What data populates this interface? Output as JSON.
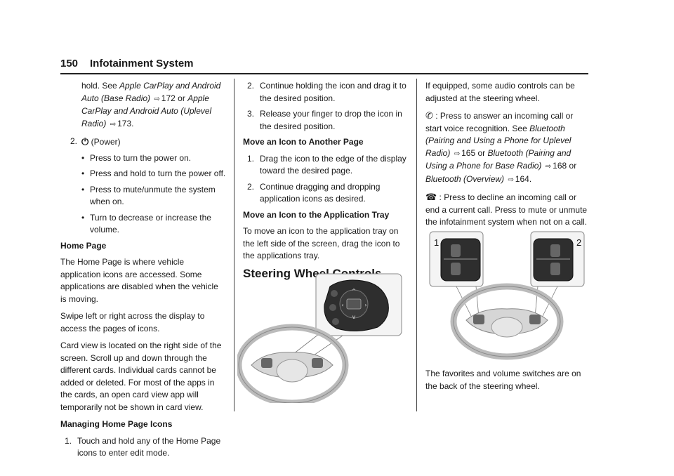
{
  "header": {
    "page_number": "150",
    "title": "Infotainment System"
  },
  "col1": {
    "cont_hold": "hold. See ",
    "cont_ref1": "Apple CarPlay and Android Auto (Base Radio)",
    "cont_page1": "172",
    "cont_or": " or",
    "cont_ref2": "Apple CarPlay and Android Auto (Uplevel Radio)",
    "cont_page2": "173",
    "cont_end": ".",
    "item2_num": "2.",
    "item2_label": "(Power)",
    "bullets": [
      "Press to turn the power on.",
      "Press and hold to turn the power off.",
      "Press to mute/unmute the system when on.",
      "Turn to decrease or increase the volume."
    ],
    "home_heading": "Home Page",
    "home_p1": "The Home Page is where vehicle application icons are accessed. Some applications are disabled when the vehicle is moving.",
    "home_p2": "Swipe left or right across the display to access the pages of icons.",
    "home_p3": "Card view is located on the right side of the screen. Scroll up and down through the different cards. Individual cards cannot be added or deleted. For most of the apps in the cards, an open card view app will temporarily not be shown in card view.",
    "manage_heading": "Managing Home Page Icons",
    "manage_steps": [
      "Touch and hold any of the Home Page icons to enter edit mode."
    ]
  },
  "col2": {
    "steps_cont": [
      "Continue holding the icon and drag it to the desired position.",
      "Release your finger to drop the icon in the desired position."
    ],
    "move_heading": "Move an Icon to Another Page",
    "move_steps": [
      "Drag the icon to the edge of the display toward the desired page.",
      "Continue dragging and dropping application icons as desired."
    ],
    "tray_heading": "Move an Icon to the Application Tray",
    "tray_p": "To move an icon to the application tray on the left side of the screen, drag the icon to the applications tray.",
    "section_title": "Steering Wheel Controls"
  },
  "col3": {
    "intro": "If equipped, some audio controls can be adjusted at the steering wheel.",
    "answer_text": " : Press to answer an incoming call or start voice recognition. See ",
    "answer_ref1": "Bluetooth (Pairing and Using a Phone for Uplevel Radio)",
    "answer_page1": "165",
    "answer_or": " or",
    "answer_ref2": "Bluetooth (Pairing and Using a Phone for Base Radio)",
    "answer_page2": "168",
    "answer_ref3": "Bluetooth (Overview)",
    "answer_page3": "164",
    "answer_end": ".",
    "decline_text": " : Press to decline an incoming call or end a current call. Press to mute or unmute the infotainment system when not on a call.",
    "fig_label_1": "1",
    "fig_label_2": "2",
    "closing": "The favorites and volume switches are on the back of the steering wheel."
  },
  "icons": {
    "power": "power-icon",
    "phone_voice": "phone-voice-icon",
    "hangup": "hang-up-icon",
    "page_ref": "page-reference-arrow-icon"
  }
}
